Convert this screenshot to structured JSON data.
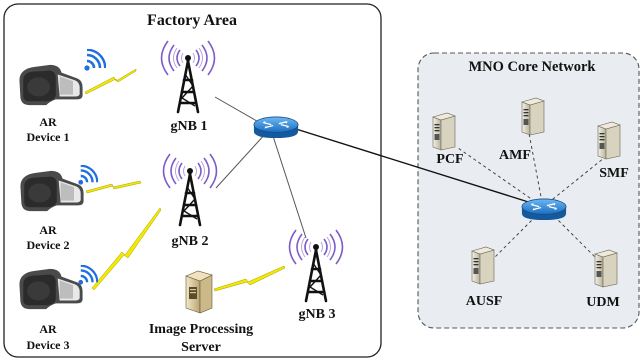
{
  "factory": {
    "title": "Factory Area",
    "devices": [
      {
        "line1": "AR",
        "line2": "Device 1"
      },
      {
        "line1": "AR",
        "line2": "Device 2"
      },
      {
        "line1": "AR",
        "line2": "Device 3"
      }
    ],
    "gnbs": [
      "gNB 1",
      "gNB 2",
      "gNB 3"
    ],
    "server": {
      "line1": "Image Processing",
      "line2": "Server"
    }
  },
  "core": {
    "title": "MNO Core Network",
    "functions": [
      "PCF",
      "AMF",
      "SMF",
      "AUSF",
      "UDM"
    ]
  },
  "colors": {
    "router_blue": "#1e7fd0",
    "wifi_blue": "#1f6fe0",
    "tower_purple": "#7c5cc8",
    "bolt_yellow": "#f2ea00",
    "core_bg": "#e9edf1"
  }
}
